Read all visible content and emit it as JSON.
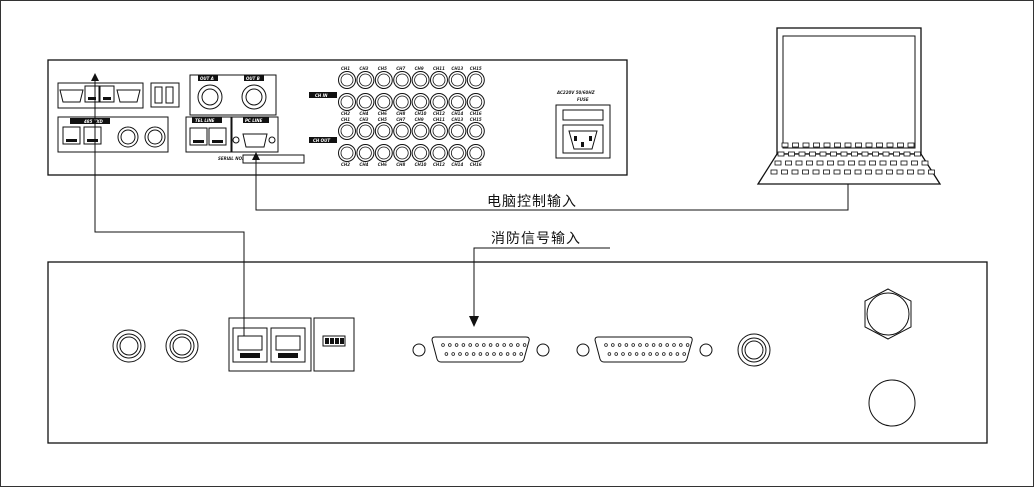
{
  "labels": {
    "pc_control_input": "电脑控制输入",
    "fire_signal_input": "消防信号输入"
  },
  "panel": {
    "rs485": "485 TXD",
    "out_a": "OUT A",
    "out_b": "OUT B",
    "tel_line": "TEL LINE",
    "pc_line": "PC LINE",
    "serial_no": "SERIAL NO.",
    "ch_in": "CH IN",
    "ch_out": "CH OUT",
    "power": "AC220V 50/60HZ",
    "fuse": "FUSE",
    "ch_top": [
      "CH1",
      "CH3",
      "CH5",
      "CH7",
      "CH9",
      "CH11",
      "CH13",
      "CH15"
    ],
    "ch_mid_a": [
      "CH2",
      "CH4",
      "CH6",
      "CH8",
      "CH10",
      "CH12",
      "CH14",
      "CH16"
    ],
    "ch_mid_b": [
      "CH1",
      "CH3",
      "CH5",
      "CH7",
      "CH9",
      "CH11",
      "CH13",
      "CH15"
    ],
    "ch_bottom": [
      "CH2",
      "CH4",
      "CH6",
      "CH8",
      "CH10",
      "CH12",
      "CH14",
      "CH16"
    ]
  }
}
